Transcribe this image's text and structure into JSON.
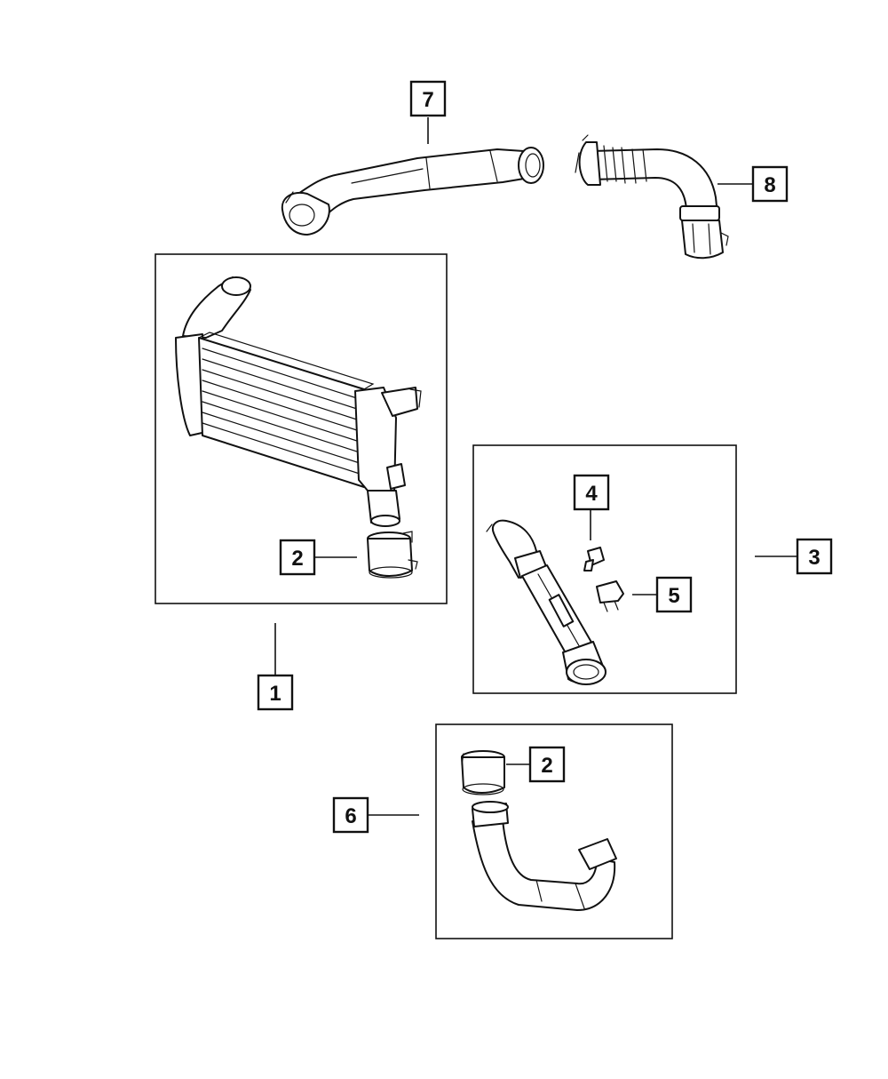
{
  "callouts": {
    "c1": "1",
    "c2a": "2",
    "c2b": "2",
    "c3": "3",
    "c4": "4",
    "c5": "5",
    "c6": "6",
    "c7": "7",
    "c8": "8"
  }
}
